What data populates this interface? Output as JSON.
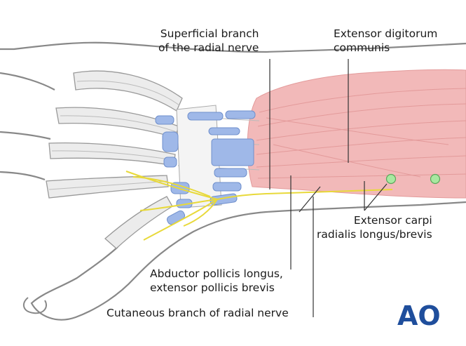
{
  "labels": {
    "superficial_branch": [
      "Superficial branch",
      "of the radial nerve"
    ],
    "extensor_digitorum": [
      "Extensor digitorum",
      "communis"
    ],
    "extensor_carpi": [
      "Extensor carpi",
      "radialis longus/brevis"
    ],
    "abductor": [
      "Abductor pollicis longus,",
      "extensor pollicis brevis"
    ],
    "cutaneous_branch": [
      "Cutaneous branch of radial nerve"
    ]
  },
  "logo": {
    "text": "AO",
    "color": "#1f4e9c"
  },
  "colors": {
    "outline": "#888888",
    "muscle": "#f2b9b9",
    "muscle_fiber": "#e39a9a",
    "retinaculum": "#9fb8e8",
    "tendon": "#e6e6e6",
    "nerve": "#e8d93a",
    "marker": "#a8e8a0",
    "leader": "#333333"
  }
}
